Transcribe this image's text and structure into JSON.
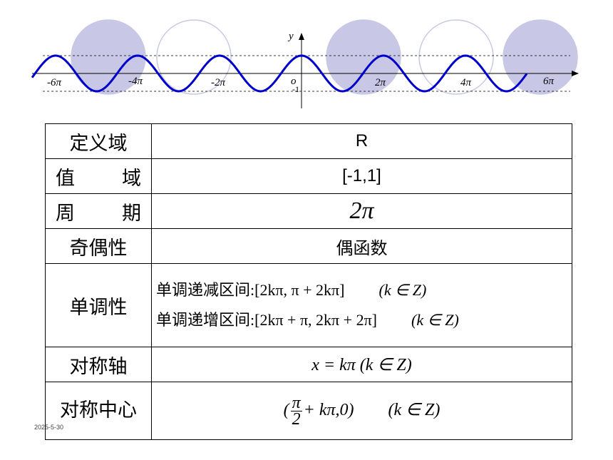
{
  "graph": {
    "y_label": "y",
    "origin_label": "o",
    "tick_neg_one": "-1",
    "x_ticks": [
      "-6π",
      "-4π",
      "-2π",
      "2π",
      "4π",
      "6π"
    ],
    "curve_color": "#0000cc",
    "circle_color": "#c8c8e6"
  },
  "table": {
    "domain_label": "定义域",
    "domain_value": "R",
    "range_label_a": "值",
    "range_label_b": "域",
    "range_value": "[-1,1]",
    "period_label_a": "周",
    "period_label_b": "期",
    "period_value": "2π",
    "parity_label": "奇偶性",
    "parity_value": "偶函数",
    "mono_label": "单调性",
    "mono_dec": "单调递减区间:[2kπ, π + 2kπ]",
    "mono_dec_cond": "(k ∈ Z)",
    "mono_inc": "单调递增区间:[2kπ + π, 2kπ + 2π]",
    "mono_inc_cond": "(k ∈ Z)",
    "axis_label": "对称轴",
    "axis_value": "x = kπ   (k ∈ Z)",
    "center_label": "对称中心",
    "center_num": "π",
    "center_den": "2",
    "center_rest": "+ kπ,0)",
    "center_open": "(",
    "center_cond": "(k ∈ Z)"
  },
  "footer": {
    "date": "2025-5-30"
  }
}
